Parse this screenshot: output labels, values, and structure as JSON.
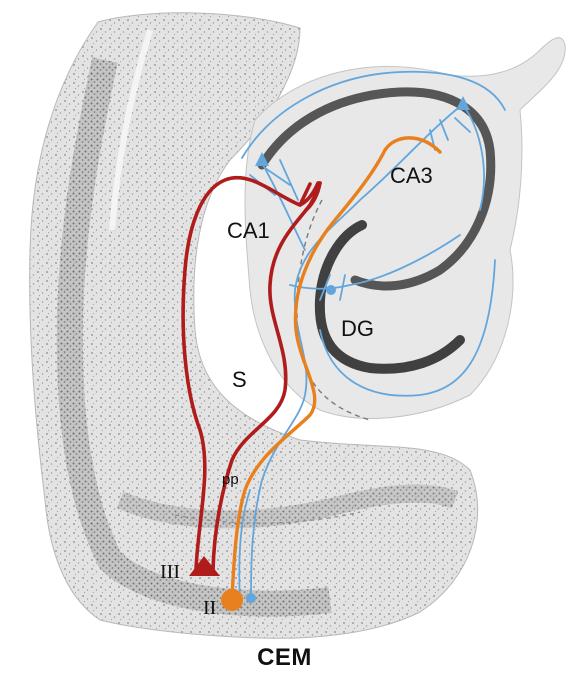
{
  "labels": {
    "ca1": "CA1",
    "ca3": "CA3",
    "dg": "DG",
    "s": "S",
    "pp": "pp",
    "layer_iii": "III",
    "layer_ii": "II"
  },
  "caption": "CEM",
  "colors": {
    "ca1_pathway": "#b01c1c",
    "dg_ca3_pathway": "#e8801e",
    "perforant_path": "#63a6dc",
    "tissue": "#e2e2e2",
    "stain_dark": "#3a3a3a"
  }
}
